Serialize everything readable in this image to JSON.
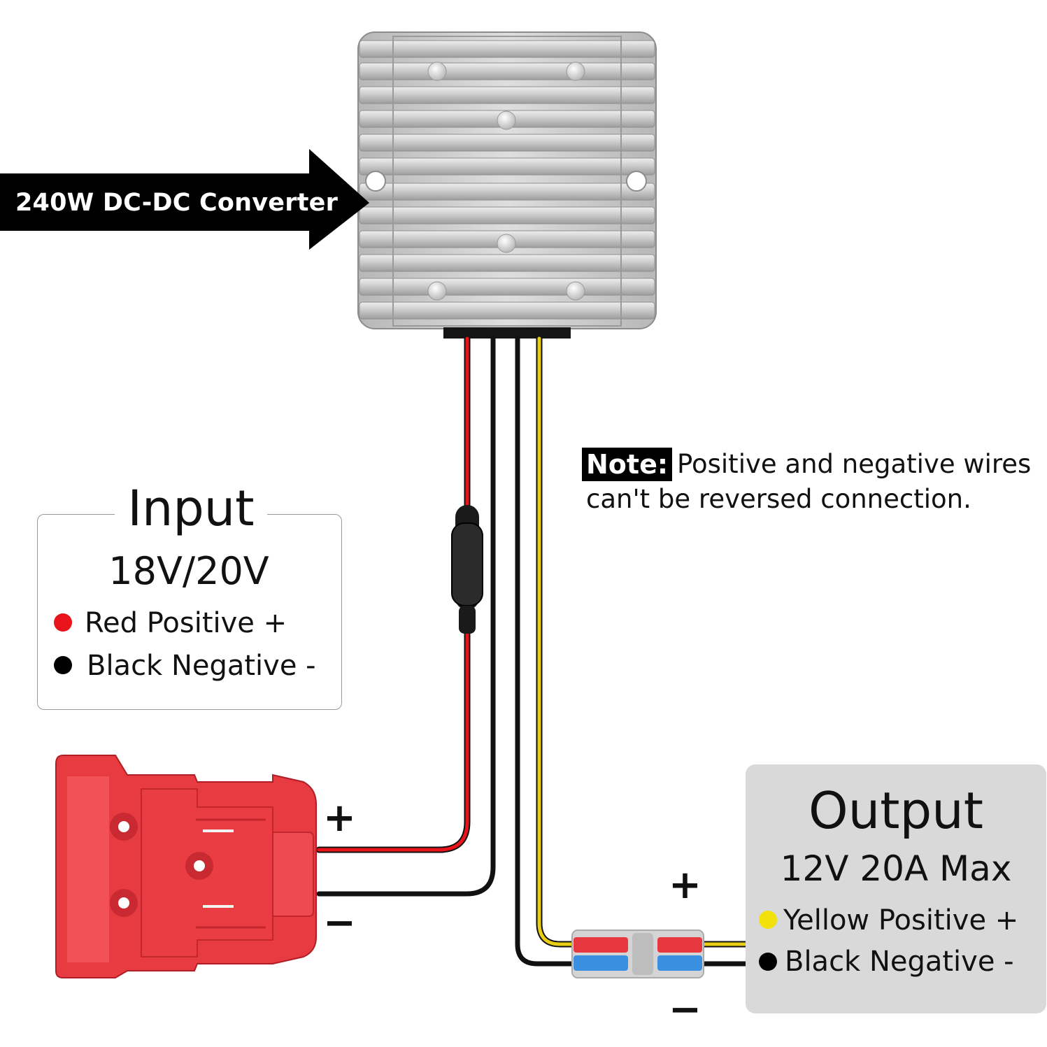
{
  "converter": {
    "label": "240W DC-DC Converter"
  },
  "note": {
    "tag": "Note:",
    "line1": "Positive and negative wires",
    "line2": "can't be reversed connection."
  },
  "input": {
    "title": "Input",
    "voltage": "18V/20V",
    "legend": [
      {
        "color": "#e8131b",
        "label": "Red Positive +"
      },
      {
        "color": "#000000",
        "label": "Black Negative -"
      }
    ],
    "plus_sign": "+",
    "minus_sign": "−"
  },
  "output": {
    "title": "Output",
    "spec": "12V 20A Max",
    "legend": [
      {
        "color": "#f2e10a",
        "label": "Yellow Positive +"
      },
      {
        "color": "#000000",
        "label": "Black Negative -"
      }
    ],
    "plus_sign": "+",
    "minus_sign": "−"
  },
  "colors": {
    "red_wire": "#e8131b",
    "black_wire": "#111111",
    "yellow_wire": "#e9cf14",
    "adapter_red": "#e8383f",
    "heatsink": "#c9c9c9"
  }
}
